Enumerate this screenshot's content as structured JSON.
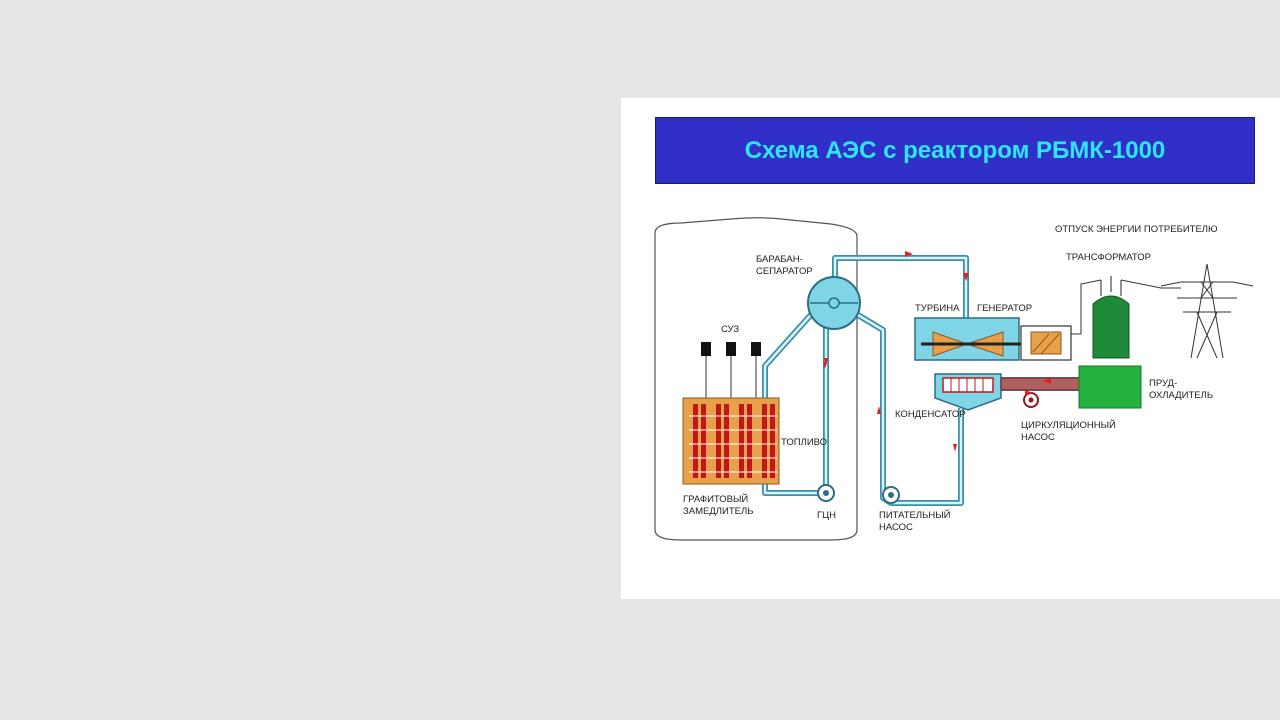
{
  "title": "Схема АЭС с реактором РБМК-1000",
  "labels": {
    "energy_out": "ОТПУСК ЭНЕРГИИ ПОТРЕБИТЕЛЮ",
    "transformer": "ТРАНСФОРМАТОР",
    "drum_line1": "БАРАБАН-",
    "drum_line2": "СЕПАРАТОР",
    "turbine": "ТУРБИНА",
    "generator": "ГЕНЕРАТОР",
    "suz": "СУЗ",
    "pond_line1": "ПРУД-",
    "pond_line2": "ОХЛАДИТЕЛЬ",
    "condenser": "КОНДЕНСАТОР",
    "fuel": "ТОПЛИВО",
    "circ_pump_line1": "ЦИРКУЛЯЦИОННЫЙ",
    "circ_pump_line2": "НАСОС",
    "graphite_line1": "ГРАФИТОВЫЙ",
    "graphite_line2": "ЗАМЕДЛИТЕЛЬ",
    "mcp": "ГЦН",
    "feed_pump_line1": "ПИТАТЕЛЬНЫЙ",
    "feed_pump_line2": "НАСОС"
  },
  "colors": {
    "background": "#e5e5e5",
    "banner": "#3030c8",
    "title": "#2ee6ff",
    "pipe": "#3a8fa8",
    "pipe_light": "#d8f4fa",
    "steam_equipment": "#7fd4e6",
    "core": "#e8a04a",
    "fuel_rod": "#c0181a",
    "transformer": "#1f8a3a",
    "pond": "#25b040",
    "arrow": "#e02020"
  }
}
